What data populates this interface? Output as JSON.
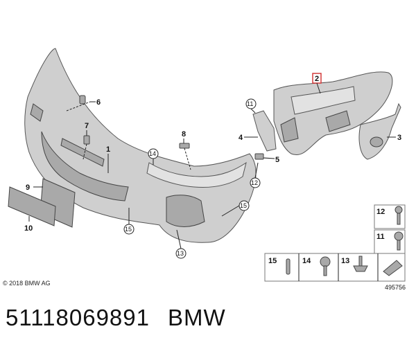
{
  "callouts": {
    "c1": "1",
    "c2": "2",
    "c3": "3",
    "c4": "4",
    "c5": "5",
    "c6": "6",
    "c7": "7",
    "c8": "8",
    "c9": "9",
    "c10": "10",
    "c11": "11",
    "c12": "12",
    "c13": "13",
    "c14": "14",
    "c15": "15"
  },
  "legend": {
    "top_right": [
      {
        "label": "12"
      },
      {
        "label": "11"
      }
    ],
    "bottom_row": [
      {
        "label": "15"
      },
      {
        "label": "14"
      },
      {
        "label": "13"
      }
    ],
    "image_code": "495756"
  },
  "footer": {
    "copyright": "© 2018 BMW AG",
    "part_number": "51118069891",
    "brand": "BMW"
  },
  "colors": {
    "highlight": "#d43b3b",
    "part_fill": "#cfcfcf"
  }
}
